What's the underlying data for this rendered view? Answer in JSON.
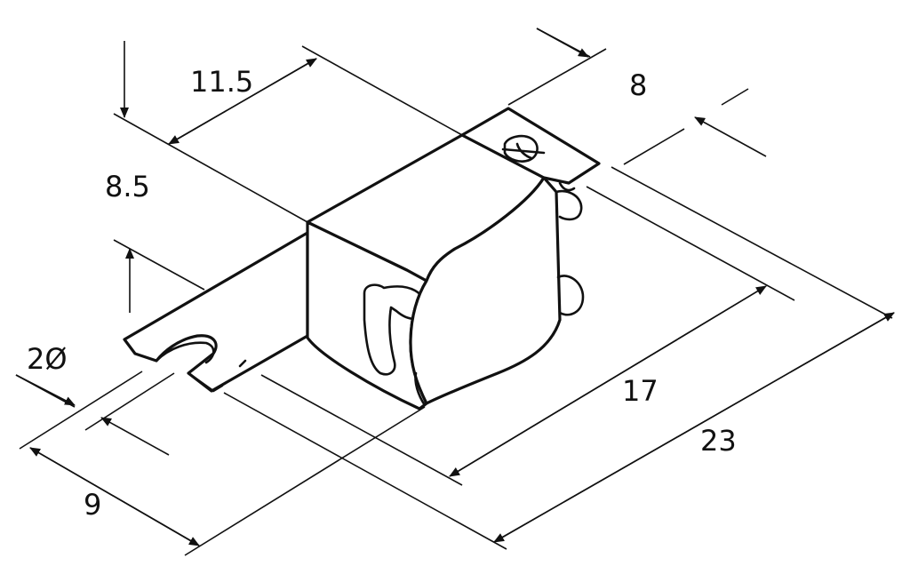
{
  "dimensions": {
    "top_left_span": "11.5",
    "tab_width": "8",
    "height": "8.5",
    "slot_width": "2Ø",
    "side_depth": "9",
    "body_length": "17",
    "overall_length": "23"
  },
  "colors": {
    "line": "#111111",
    "background": "#ffffff"
  }
}
